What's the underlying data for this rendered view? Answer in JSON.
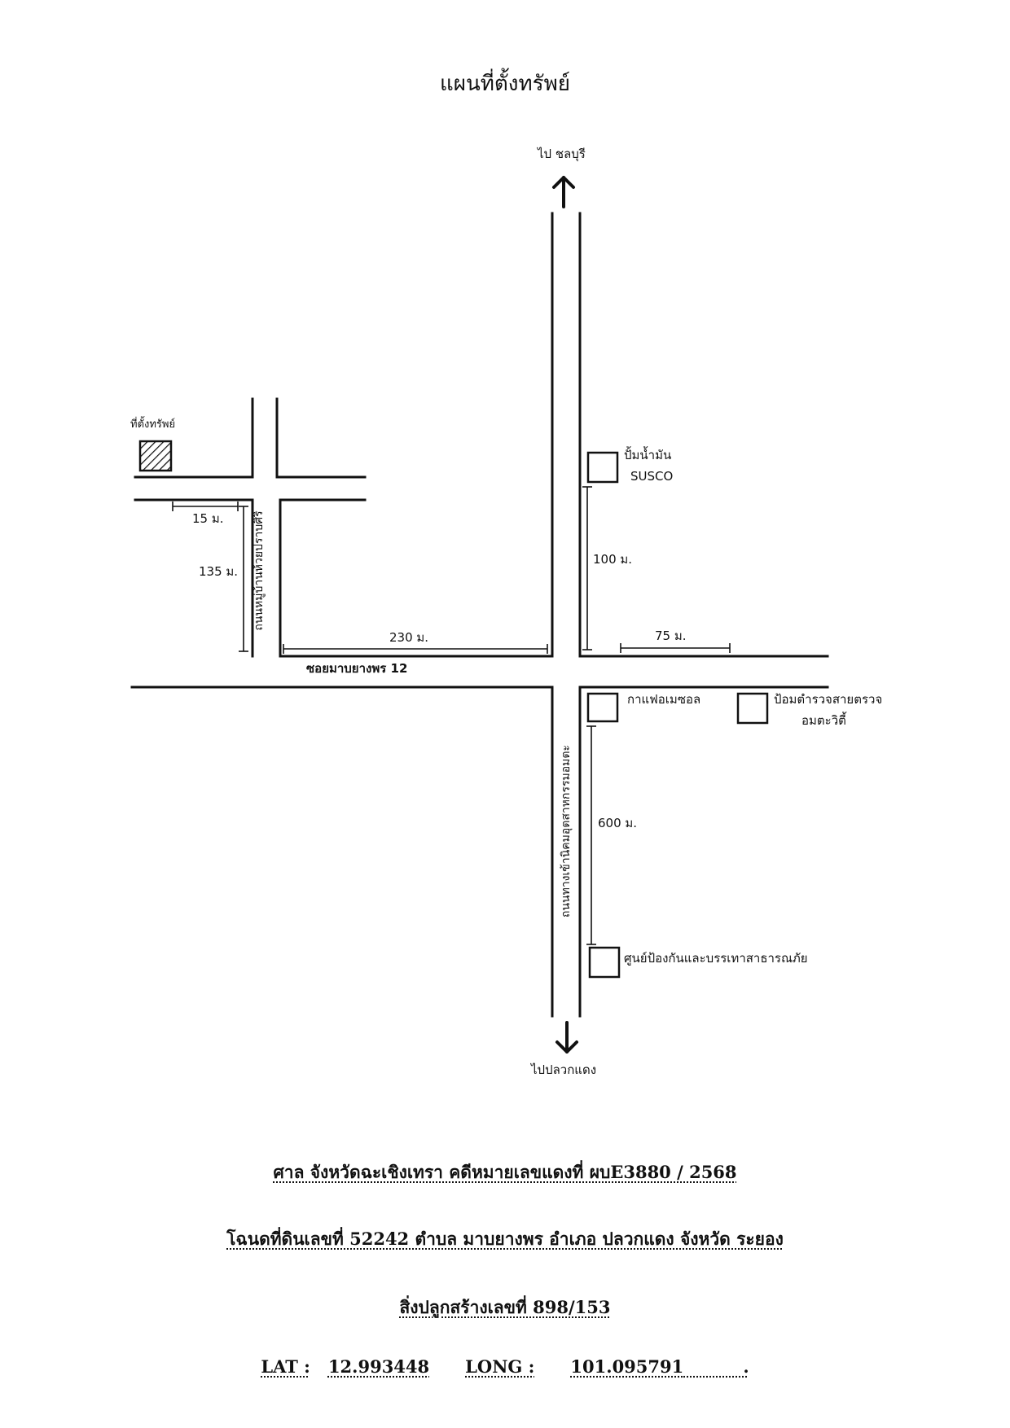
{
  "title": "แผนที่ตั้งทรัพย์",
  "directions": {
    "north": "ไป ชลบุรี",
    "south": "ไปปลวกแดง"
  },
  "roads": {
    "main_horizontal": "ซอยมาบยางพร 12",
    "village_road": "ถนนหมู่บ้านห้วยปราบศิริ",
    "industrial_road": "ถนนทางเข้านิคมอุตสาหกรรมอมตะ"
  },
  "landmarks": {
    "property": "ที่ตั้งทรัพย์",
    "gas_station_line1": "ปั้มน้ำมัน",
    "gas_station_line2": "SUSCO",
    "cafe": "กาแฟอเมซอล",
    "police_line1": "ป้อมตำรวจสายตรวจ",
    "police_line2": "อมตะวิตี้",
    "disaster_center": "ศูนย์ป้องกันและบรรเทาสาธารณภัย"
  },
  "distances": {
    "d15": "15 ม.",
    "d135": "135 ม.",
    "d230": "230 ม.",
    "d100": "100 ม.",
    "d75": "75 ม.",
    "d600": "600 ม."
  },
  "footer": {
    "line1_court": "ศาล  จังหวัดฉะเชิงเทรา  คดีหมายเลขแดงที่  ผบE3880  / 2568",
    "line2_deed": "โฉนดที่ดินเลขที่   52242   ตำบล มาบยางพร   อำเภอ  ปลวกแดง  จังหวัด  ระยอง",
    "line3_building": "สิ่งปลูกสร้างเลขที่  898/153",
    "lat_label": "LAT :",
    "lat_value": "12.993448",
    "long_label": "LONG :",
    "long_value": "101.095791"
  }
}
